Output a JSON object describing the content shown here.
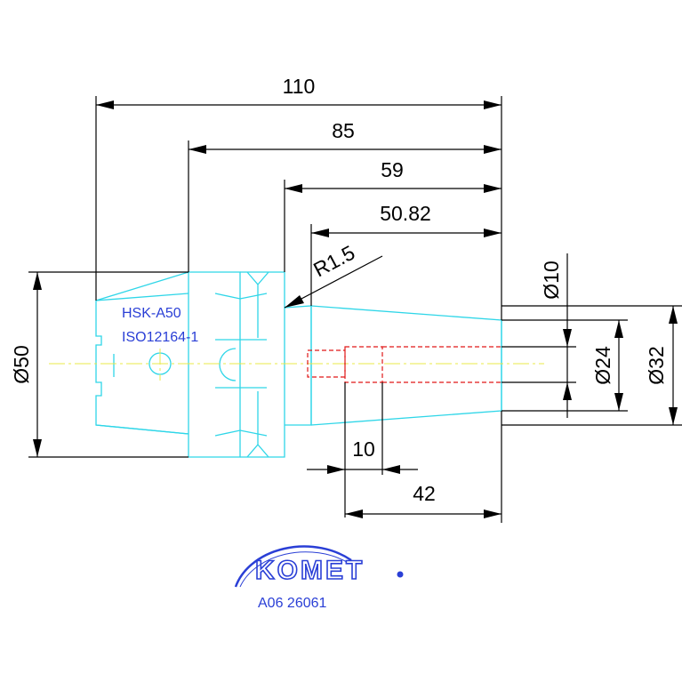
{
  "dimensions": {
    "overall_length": "110",
    "length_85": "85",
    "length_59": "59",
    "length_50_82": "50.82",
    "radius": "R1.5",
    "bore_depth_10": "10",
    "bore_depth_42": "42",
    "flange_diameter": "Ø50",
    "nose_diameter": "Ø32",
    "bore_diameter_24": "Ø24",
    "bore_diameter_10": "Ø10"
  },
  "spec": {
    "interface": "HSK-A50",
    "standard": "ISO12164-1"
  },
  "logo": {
    "brand": "KOMET",
    "part_number": "A06 26061"
  },
  "colors": {
    "dimension_lines": "#000000",
    "part_outline": "#2fd6e8",
    "center_line": "#e8e84a",
    "hidden_lines": "#e01818",
    "annotation_text": "#2a3fd6"
  }
}
